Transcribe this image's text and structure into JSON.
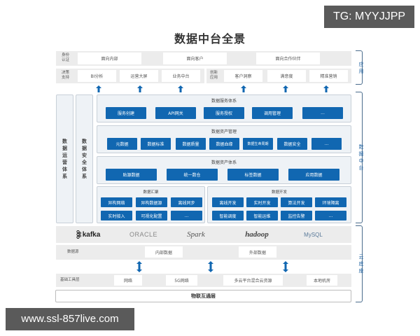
{
  "watermarks": {
    "top": "TG: MYYJJPP",
    "bottom": "www.ssl-857live.com"
  },
  "title": "数据中台全景",
  "colors": {
    "accent_blue": "#1167b1",
    "bracket_blue": "#2a6aa6",
    "band_gray": "#ececec",
    "panel_bg": "#eef2f6"
  },
  "application": {
    "row1": {
      "label": "身份认证",
      "items": [
        "面向内部",
        "面向客户",
        "面向合作伙伴"
      ]
    },
    "row2_left": {
      "label": "决策支持",
      "items": [
        "BI分析",
        "运营大屏",
        "业务中台"
      ]
    },
    "row2_right": {
      "label": "创新应用",
      "items": [
        "客户洞察",
        "满意度",
        "精准营销"
      ]
    }
  },
  "side_columns": {
    "ops": "数据运营体系",
    "security": "数据安全体系"
  },
  "data_service": {
    "title": "数据服务体系",
    "items": [
      "服务创建",
      "API网关",
      "服务授权",
      "调用管理",
      "..."
    ]
  },
  "asset_management": {
    "title": "数据资产管理",
    "items": [
      "元数据",
      "数据标准",
      "数据质量",
      "数据血缘",
      "数据生命周期",
      "数据安全",
      "..."
    ]
  },
  "asset_system": {
    "title": "数据资产体系",
    "items": [
      "贴源数据",
      "统一数仓",
      "标签数据",
      "应用数据"
    ]
  },
  "data_aggregation": {
    "title": "数据汇聚",
    "items": [
      "异构网络",
      "异构数据源",
      "离线同步",
      "实时接入",
      "可视化配置",
      "..."
    ]
  },
  "data_development": {
    "title": "数据开发",
    "items": [
      "离线开发",
      "实时开发",
      "算法开发",
      "环境隔离",
      "智能调度",
      "智能运维",
      "监控告警",
      "..."
    ]
  },
  "logos": [
    "kafka",
    "ORACLE",
    "Spark",
    "hadoop",
    "MySQL"
  ],
  "data_source": {
    "label": "数据源",
    "items": [
      "内部数据",
      "外部数据"
    ]
  },
  "infrastructure": {
    "label": "基础工具层",
    "items": [
      "网络",
      "5G网络",
      "多云平台混合云资源",
      "本地机房"
    ]
  },
  "iot_layer": "物联互通层",
  "brackets": {
    "app": "应用",
    "middle": "数据中台",
    "cloud": "云底座"
  }
}
